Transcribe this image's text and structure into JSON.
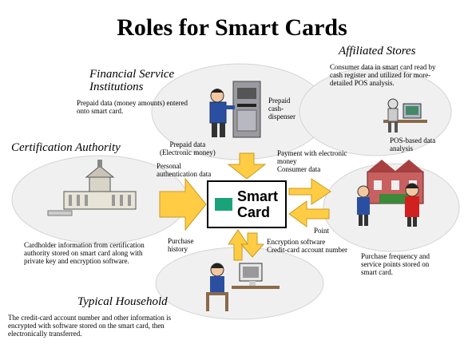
{
  "title": "Roles for Smart Cards",
  "card": {
    "line1": "Smart",
    "line2": "Card"
  },
  "sections": {
    "financial": {
      "heading_line1": "Financial Service",
      "heading_line2": "Institutions",
      "desc_line1": "Prepaid data (money amounts) entered",
      "desc_line2": "onto smart card.",
      "device_line1": "Prepaid",
      "device_line2": "cash-",
      "device_line3": "dispenser"
    },
    "affiliated": {
      "heading": "Affiliated Stores",
      "desc_line1": "Consumer data in smart card read by",
      "desc_line2": "cash register and utilized for more-",
      "desc_line3": "detailed POS analysis.",
      "pos_line1": "POS-based data",
      "pos_line2": "analysis",
      "purchase_line1": "Purchase frequency and",
      "purchase_line2": "service points stored on",
      "purchase_line3": "smart card."
    },
    "certification": {
      "heading": "Certification Authority",
      "desc_line1": "Cardholder information from certification",
      "desc_line2": "authority stored on smart card along with",
      "desc_line3": "private key and encryption software."
    },
    "household": {
      "heading": "Typical Household",
      "desc_line1": "The credit-card account number and other information is",
      "desc_line2": "encrypted with software stored on the smart card, then",
      "desc_line3": "electronically transferred."
    }
  },
  "flows": {
    "prepaid_line1": "Prepaid data",
    "prepaid_line2": "(Electronic money)",
    "payment_line1": "Payment with electronic",
    "payment_line2": "money",
    "payment_line3": "Consumer data",
    "personal_line1": "Personal",
    "personal_line2": "authentication data",
    "point": "Point",
    "purchase_history_line1": "Purchase",
    "purchase_history_line2": "history",
    "encryption_line1": "Encryption software",
    "encryption_line2": "Credit-card account number"
  },
  "colors": {
    "arrow_fill": "#ffcc44",
    "arrow_stroke": "#c89a20",
    "chip": "#1aa37a",
    "ellipse": "#e6e6e6"
  }
}
